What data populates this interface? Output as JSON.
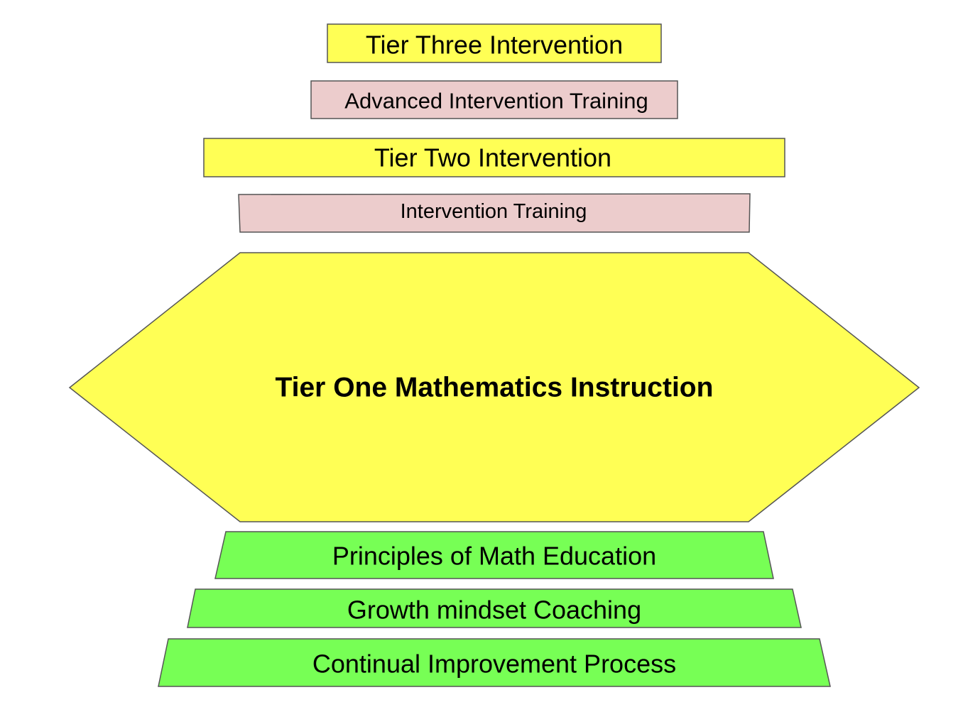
{
  "colors": {
    "tier": "#ffff55",
    "training": "#eccccc",
    "foundation": "#77ff55",
    "border": "#555555",
    "text": "#000000"
  },
  "diagram": {
    "tier_three": {
      "label": "Tier Three Intervention"
    },
    "advanced_training": {
      "label": "Advanced Intervention Training"
    },
    "tier_two": {
      "label": "Tier Two Intervention"
    },
    "intervention_training": {
      "label": "Intervention Training"
    },
    "tier_one": {
      "label": "Tier One Mathematics Instruction"
    },
    "principles": {
      "label": "Principles of Math Education"
    },
    "growth_mindset": {
      "label": "Growth mindset Coaching"
    },
    "continual_improvement": {
      "label": "Continual Improvement Process"
    }
  }
}
